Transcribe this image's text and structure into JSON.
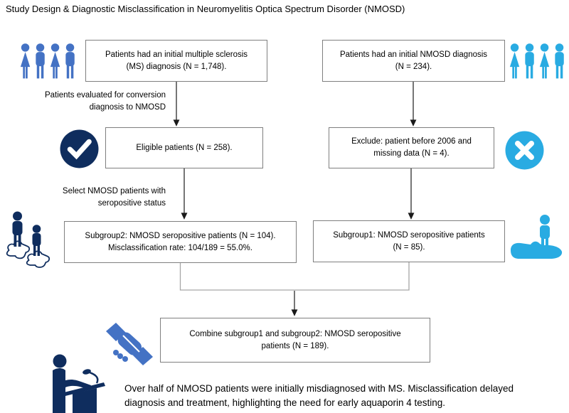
{
  "title": "Study Design & Diagnostic Misclassification in Neuromyelitis Optica Spectrum Disorder (NMOSD)",
  "boxes": {
    "ms_initial": "Patients had an initial multiple sclerosis\n(MS) diagnosis (N = 1,748).",
    "nmosd_initial": "Patients had an initial NMOSD diagnosis\n(N = 234).",
    "eligible": "Eligible patients (N = 258).",
    "exclude": "Exclude: patient before 2006 and\nmissing data (N = 4).",
    "subgroup2": "Subgroup2: NMOSD seropositive patients (N = 104).\nMisclassification rate: 104/189 = 55.0%.",
    "subgroup1": "Subgroup1: NMOSD seropositive patients\n(N = 85).",
    "combine": "Combine subgroup1 and subgroup2: NMOSD seropositive\npatients (N = 189)."
  },
  "labels": {
    "conversion": "Patients evaluated for conversion\ndiagnosis to NMOSD",
    "select_seropositive": "Select NMOSD patients with\nseropositive status"
  },
  "summary": "Over half of NMOSD patients were initially misdiagnosed with MS. Misclassification delayed\ndiagnosis and treatment, highlighting the need for early aquaporin 4 testing.",
  "icons": {
    "left_group": "patient-group-icon",
    "right_group": "patient-group-icon",
    "check": "check-circle-icon",
    "exclude": "x-circle-icon",
    "subgroups": "people-on-puzzle-icon",
    "care": "hand-holding-person-icon",
    "combine": "handshake-icon",
    "presenter": "person-at-podium-icon"
  },
  "colors": {
    "medium_blue": "#4472C4",
    "cyan": "#29ABE2",
    "navy": "#0F2D5E",
    "box_border": "#7F7F7F",
    "connector_gray": "#A6A6A6",
    "arrow_black": "#1A1A1A"
  }
}
